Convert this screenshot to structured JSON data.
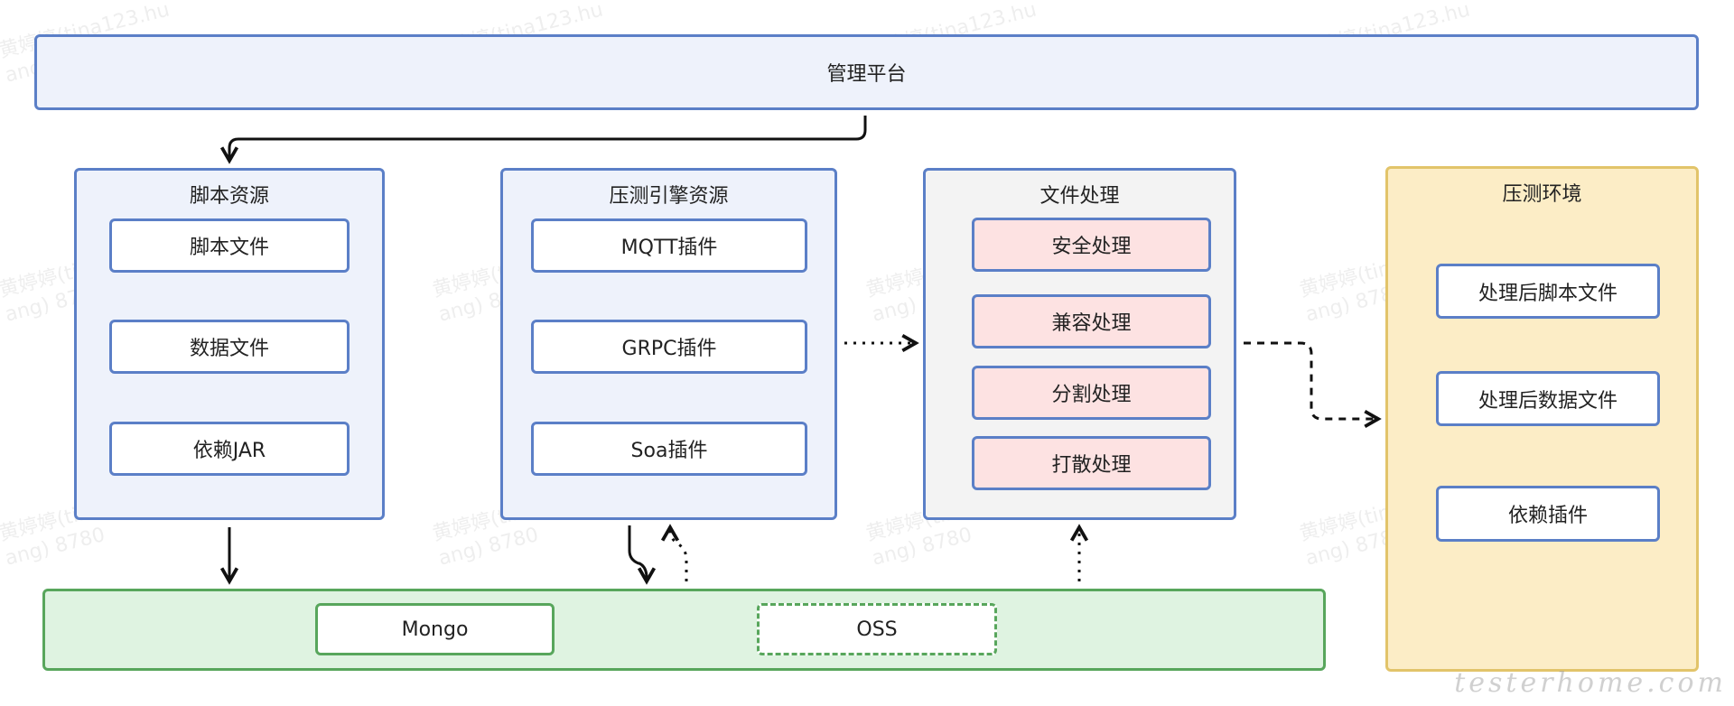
{
  "platform": {
    "label": "管理平台"
  },
  "script_resources": {
    "title": "脚本资源",
    "items": [
      "脚本文件",
      "数据文件",
      "依赖JAR"
    ]
  },
  "engine_resources": {
    "title": "压测引擎资源",
    "items": [
      "MQTT插件",
      "GRPC插件",
      "Soa插件"
    ]
  },
  "file_processing": {
    "title": "文件处理",
    "items": [
      "安全处理",
      "兼容处理",
      "分割处理",
      "打散处理"
    ]
  },
  "test_env": {
    "title": "压测环境",
    "items": [
      "处理后脚本文件",
      "处理后数据文件",
      "依赖插件"
    ]
  },
  "storage": {
    "items": [
      "Mongo",
      "OSS"
    ]
  },
  "watermark": {
    "text": "黄婷婷(tina123.hu\nang) 8780",
    "logo": "testerhome.com"
  },
  "colors": {
    "blue_border": "#5b7fc7",
    "blue_fill": "#eef2fb",
    "yellow_border": "#e2c46a",
    "yellow_fill": "#fcedc6",
    "green_border": "#58a65c",
    "green_fill": "#dff3e1",
    "pink_fill": "#fde2e2",
    "grey_fill": "#f3f3f3"
  }
}
